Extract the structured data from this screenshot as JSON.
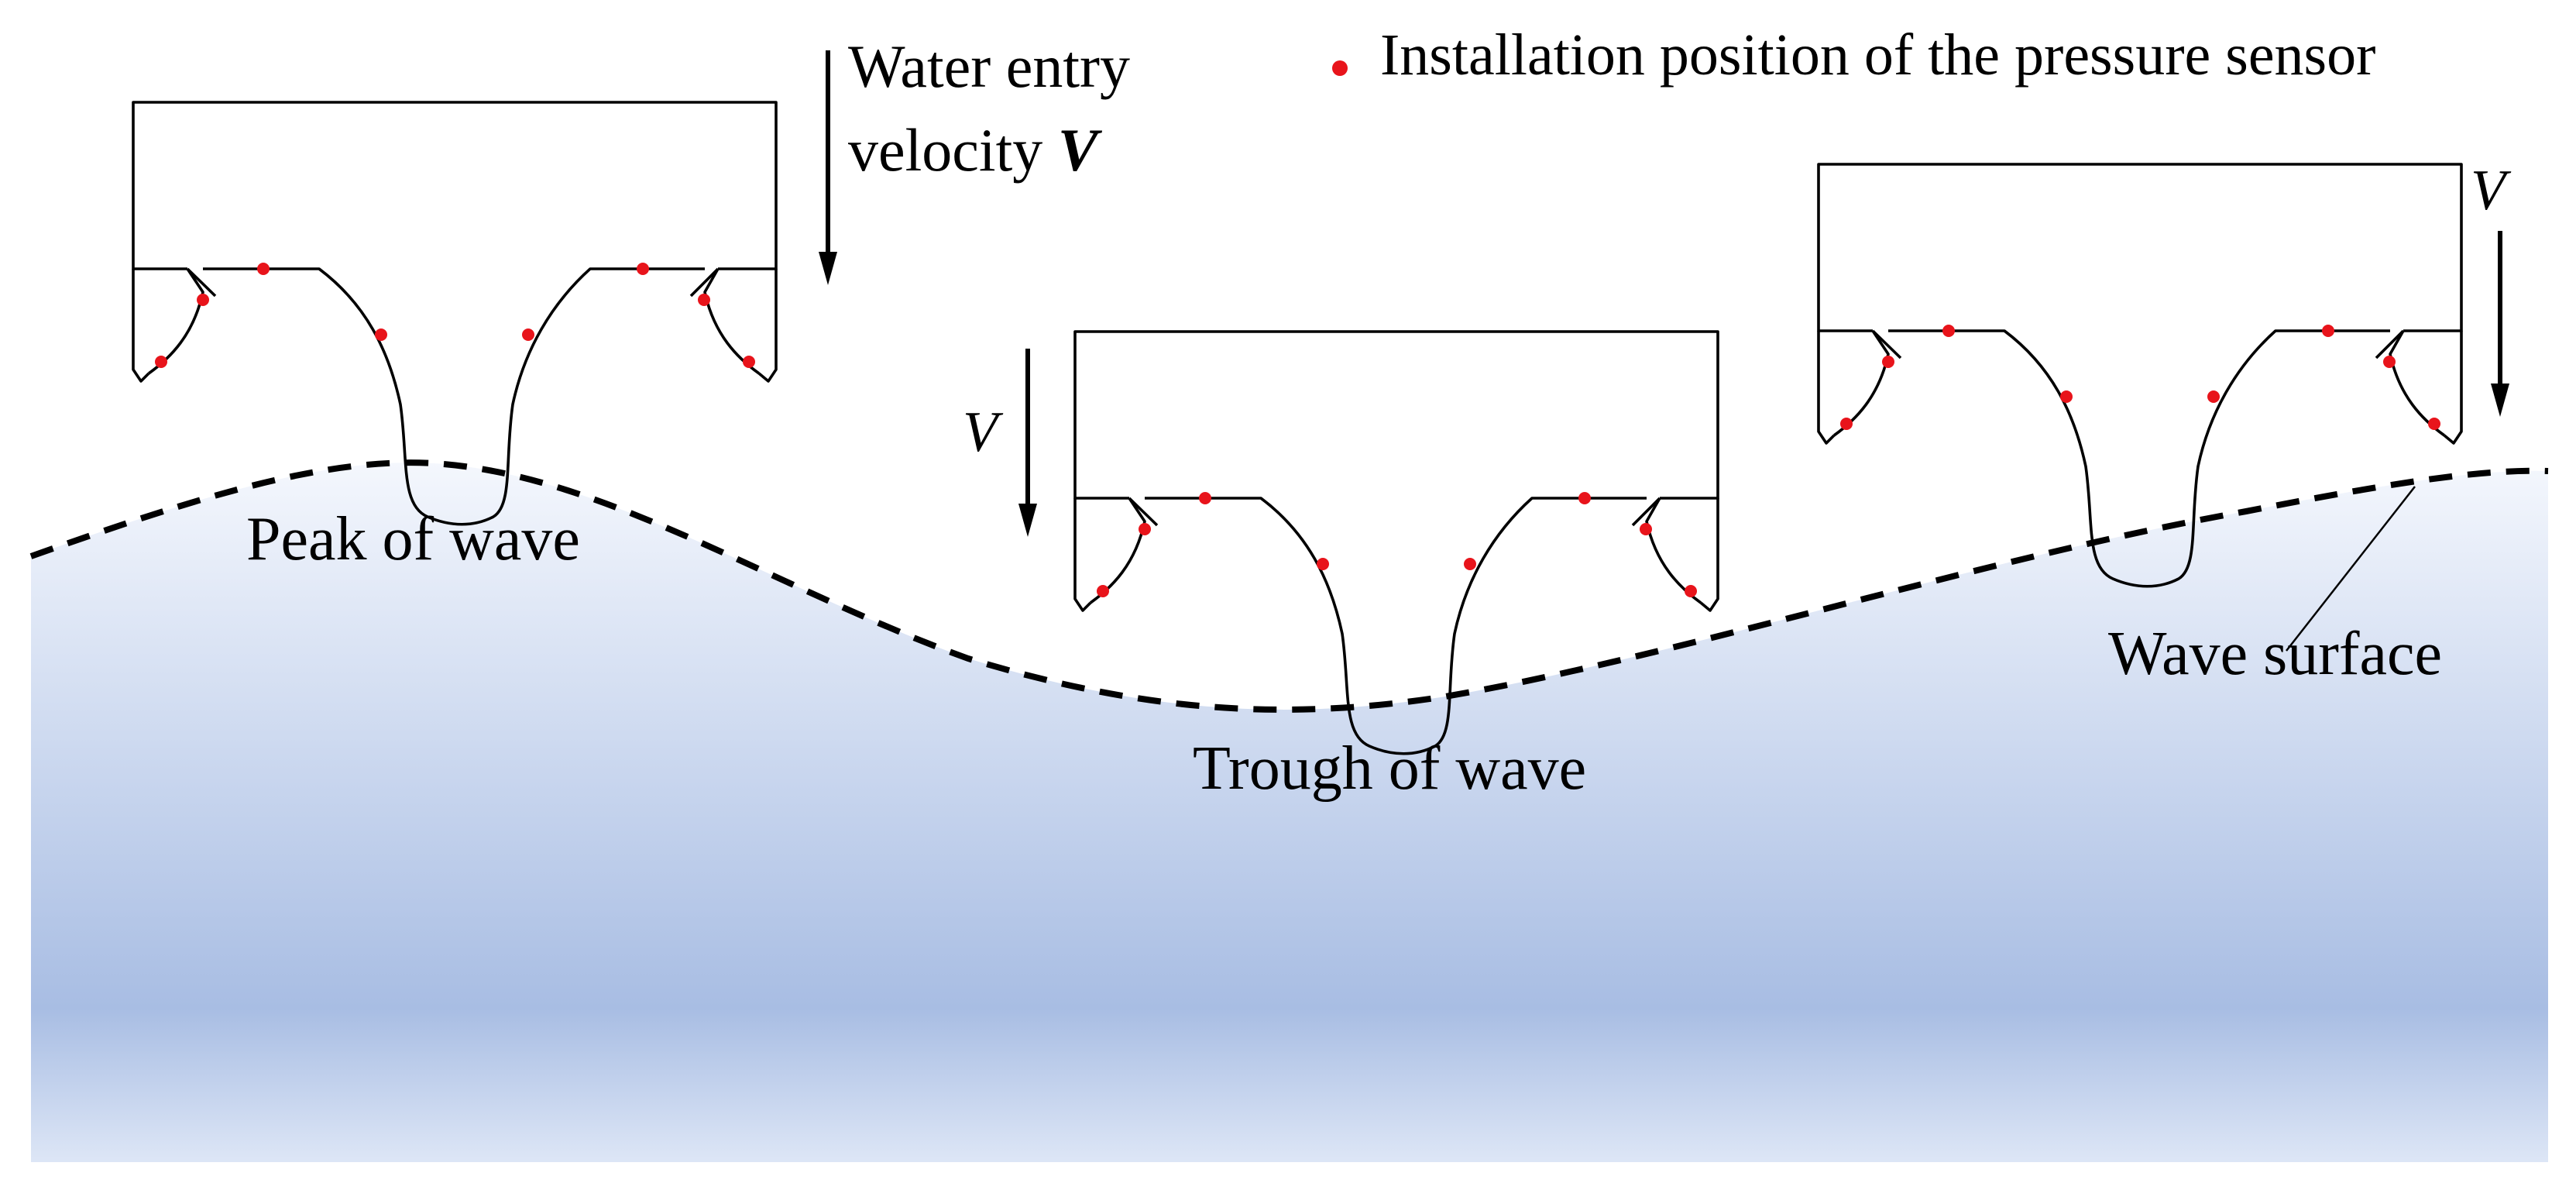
{
  "legend": {
    "marker_label": "Installation position of the pressure sensor",
    "marker_color": "#e8141b"
  },
  "labels": {
    "velocity_line1": "Water entry",
    "velocity_line2_prefix": "velocity ",
    "velocity_symbol": "V",
    "velocity_symbol_mid": "V",
    "velocity_symbol_right": "V",
    "peak": "Peak of wave",
    "trough": "Trough of wave",
    "wave_surface": "Wave surface"
  },
  "colors": {
    "water_top": "#f4f7fd",
    "water_mid": "#a8bde3",
    "water_bottom": "#dde6f6",
    "outline": "#000000"
  },
  "scene": {
    "models": [
      "model-at-peak",
      "model-at-trough",
      "model-on-rising-slope"
    ],
    "sensors_per_model": 8
  }
}
